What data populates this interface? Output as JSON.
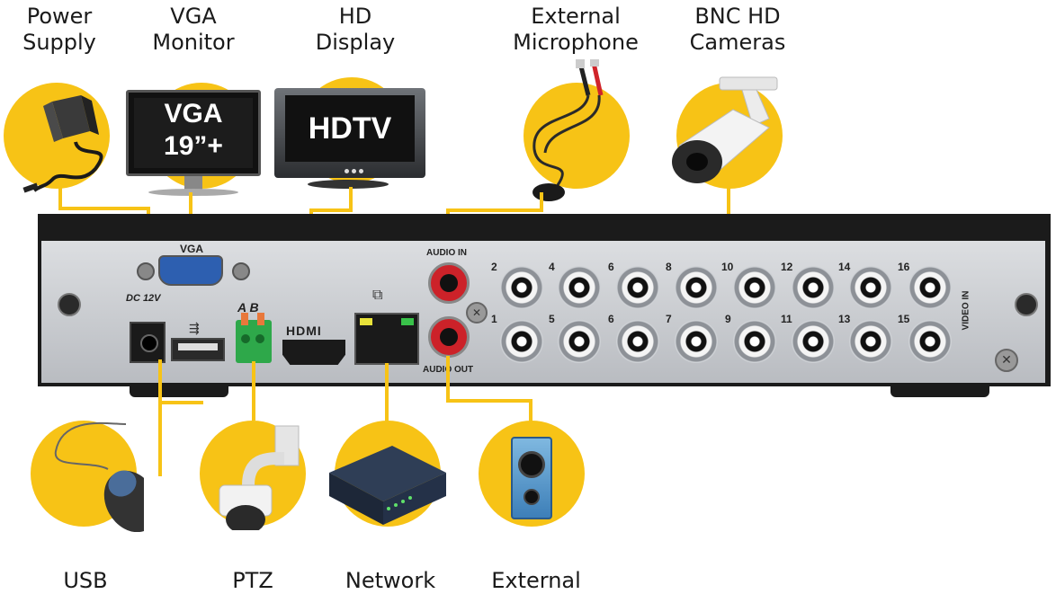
{
  "top_labels": {
    "power_supply": [
      "Power",
      "Supply"
    ],
    "vga_monitor": [
      "VGA",
      "Monitor"
    ],
    "hd_display": [
      "HD",
      "Display"
    ],
    "external_microphone": [
      "External",
      "Microphone"
    ],
    "bnc_hd_cameras": [
      "BNC HD",
      "Cameras"
    ]
  },
  "bottom_labels": {
    "usb": "USB",
    "ptz": "PTZ",
    "network": "Network",
    "external_speaker": "External"
  },
  "monitor_vga_text": [
    "VGA",
    "19”+"
  ],
  "monitor_hdtv_text": "HDTV",
  "panel": {
    "vga": "VGA",
    "dc": "DC 12V",
    "ab": "A B",
    "hdmi": "HDMI",
    "audio_in": "AUDIO IN",
    "audio_out": "AUDIO OUT",
    "video_in": "VIDEO IN",
    "bnc_top_numbers": [
      "2",
      "4",
      "6",
      "8",
      "10",
      "12",
      "14",
      "16"
    ],
    "bnc_bottom_numbers": [
      "1",
      "5",
      "6",
      "7",
      "9",
      "11",
      "13",
      "15"
    ]
  },
  "colors": {
    "accent": "#f7c316",
    "panel": "#c9ccd1",
    "frame": "#1b1b1b"
  }
}
